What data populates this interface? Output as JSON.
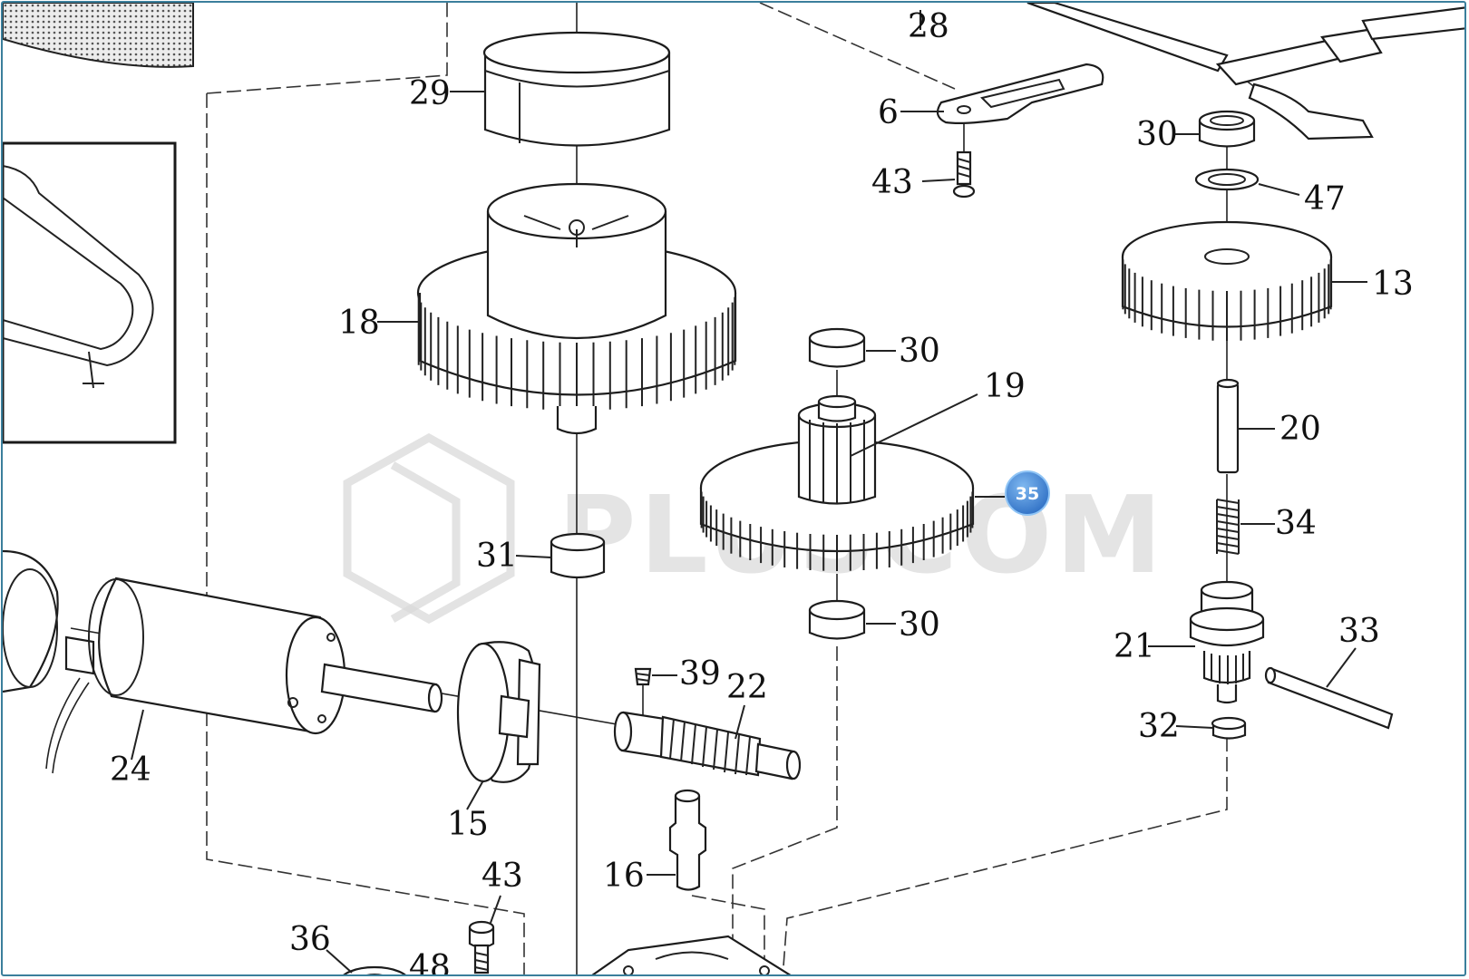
{
  "diagram": {
    "watermark": "PLUSCOM",
    "highlight_badge": "35",
    "callouts": [
      {
        "id": "c28",
        "text": "28"
      },
      {
        "id": "c29",
        "text": "29"
      },
      {
        "id": "c6",
        "text": "6"
      },
      {
        "id": "c43a",
        "text": "43"
      },
      {
        "id": "c30a",
        "text": "30"
      },
      {
        "id": "c47",
        "text": "47"
      },
      {
        "id": "c13",
        "text": "13"
      },
      {
        "id": "c18",
        "text": "18"
      },
      {
        "id": "c30b",
        "text": "30"
      },
      {
        "id": "c19",
        "text": "19"
      },
      {
        "id": "c20",
        "text": "20"
      },
      {
        "id": "c34",
        "text": "34"
      },
      {
        "id": "c31",
        "text": "31"
      },
      {
        "id": "c30c",
        "text": "30"
      },
      {
        "id": "c33",
        "text": "33"
      },
      {
        "id": "c21",
        "text": "21"
      },
      {
        "id": "c39",
        "text": "39"
      },
      {
        "id": "c22",
        "text": "22"
      },
      {
        "id": "c32",
        "text": "32"
      },
      {
        "id": "c24",
        "text": "24"
      },
      {
        "id": "c15",
        "text": "15"
      },
      {
        "id": "c43b",
        "text": "43"
      },
      {
        "id": "c16",
        "text": "16"
      },
      {
        "id": "c36",
        "text": "36"
      },
      {
        "id": "c48",
        "text": "48"
      }
    ]
  }
}
